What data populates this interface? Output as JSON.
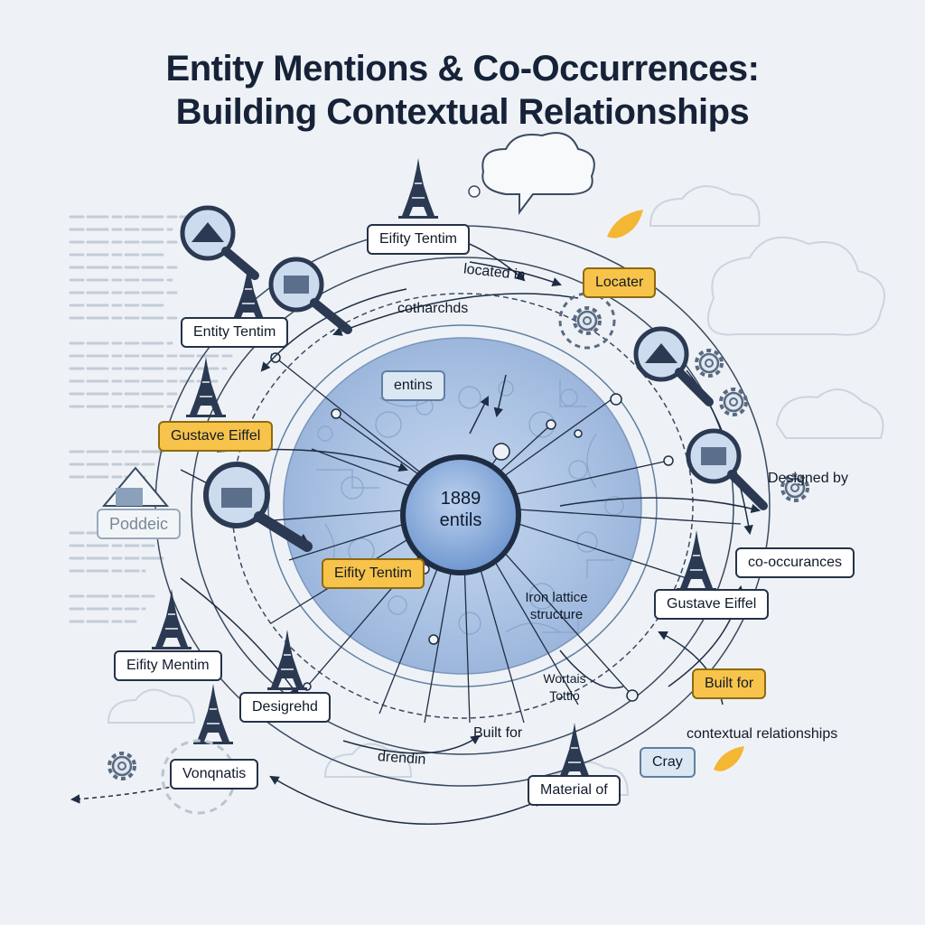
{
  "title": {
    "line1": "Entity Mentions & Co-Occurrences:",
    "line2": "Building Contextual Relationships"
  },
  "hub": {
    "line1": "1889",
    "line2": "entiƖs"
  },
  "labels": {
    "eifity_tentim_top": "Eifity Tentim",
    "entity_tentim": "Entity Tentim",
    "gustave_eiffel_left": "Gustave Eiffel",
    "poddeic": "Poddeic",
    "eifity_tentim_mid": "Eifity Tentim",
    "eifity_mentim": "Eifity Mentim",
    "designed_bl": "Desigrehd",
    "vonqnatis": "Vonqnatis",
    "entins": "entins",
    "locater": "Locater",
    "co_occurances": "co-occurances",
    "gustave_eiffel_right": "Gustave Eiffel",
    "built_for_yellow": "Built for",
    "cray": "Cray",
    "material_of": "Material of"
  },
  "texts": {
    "located_in": "located in",
    "cotharchds": "cotharchds",
    "designed_by": "Designed by",
    "iron_lattice": "Iron lattice\nstructure",
    "wortais": "Wortais\nTottio",
    "built_for_bottom": "Built for",
    "contextual_relationships": "contextual relationships",
    "drendin": "drendin"
  },
  "icons": [
    "magnifier-icon",
    "eiffel-tower-icon",
    "gear-icon",
    "thought-bubble-icon",
    "cloud-icon",
    "leaf-icon",
    "landmark-icon"
  ],
  "colors": {
    "accent_yellow": "#f7c34a",
    "hub_blue": "#7da2d6",
    "disc_blue": "#a9c1e2",
    "ink": "#1f2d44",
    "background": "#eef2f6"
  }
}
